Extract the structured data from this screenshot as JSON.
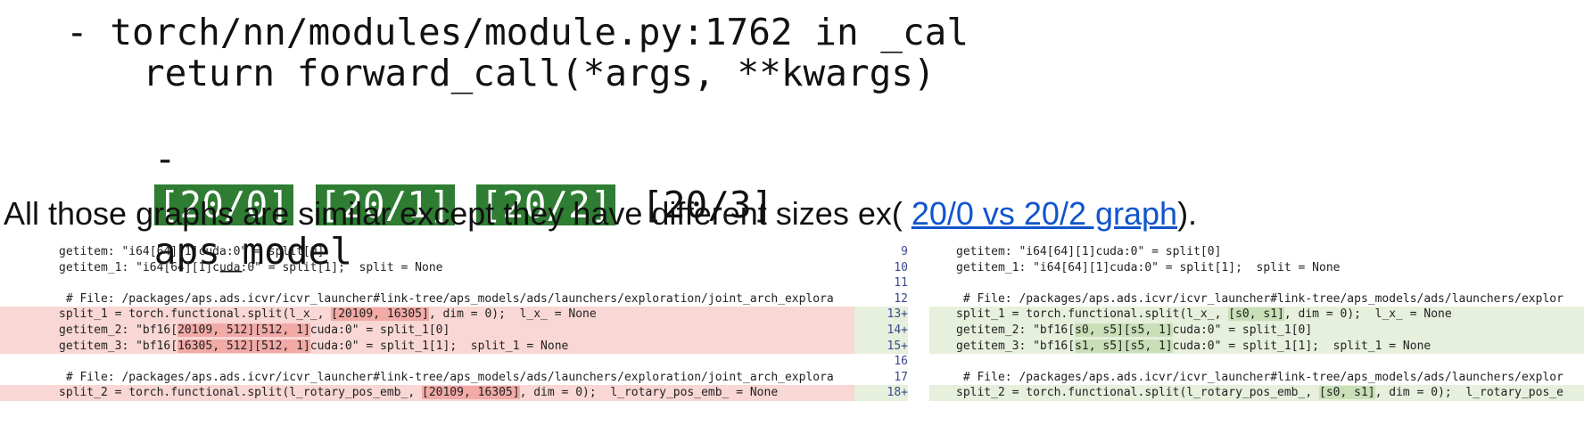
{
  "trace": {
    "line1": "- torch/nn/modules/module.py:1762 in _cal",
    "line2": "return forward_call(*args, **kwargs)",
    "line3_dash": "-",
    "frames": [
      {
        "label": "[20/0]",
        "highlighted": true
      },
      {
        "label": "[20/1]",
        "highlighted": true
      },
      {
        "label": "[20/2]",
        "highlighted": true
      },
      {
        "label": "[20/3]",
        "highlighted": false
      }
    ],
    "line3_tail": "aps_model",
    "highlight_color": "#2e7d32"
  },
  "sentence": {
    "before": "All those graphs are similar except they have different sizes ex(",
    "link": "20/0 vs 20/2 graph",
    "after": ")."
  },
  "diff": {
    "left": [
      {
        "type": "ctx",
        "parts": [
          {
            "t": "getitem: \"i64[64][1]cuda:0\" = split[0]"
          }
        ]
      },
      {
        "type": "ctx",
        "parts": [
          {
            "t": "getitem_1: \"i64[64][1]cuda:0\" = split[1];  split = None"
          }
        ]
      },
      {
        "type": "ctx",
        "parts": [
          {
            "t": ""
          }
        ]
      },
      {
        "type": "ctx",
        "parts": [
          {
            "t": " # File: /packages/aps.ads.icvr/icvr_launcher#link-tree/aps_models/ads/launchers/exploration/joint_arch_explora"
          }
        ]
      },
      {
        "type": "del",
        "parts": [
          {
            "t": "split_1 = torch.functional.split(l_x_, "
          },
          {
            "t": "[20109, 16305]",
            "h": true
          },
          {
            "t": ", dim = 0);  l_x_ = None"
          }
        ]
      },
      {
        "type": "del",
        "parts": [
          {
            "t": "getitem_2: \"bf16["
          },
          {
            "t": "20109, 512][512, 1]",
            "h": true
          },
          {
            "t": "cuda:0\" = split_1[0]"
          }
        ]
      },
      {
        "type": "del",
        "parts": [
          {
            "t": "getitem_3: \"bf16["
          },
          {
            "t": "16305, 512][512, 1]",
            "h": true
          },
          {
            "t": "cuda:0\" = split_1[1];  split_1 = None"
          }
        ]
      },
      {
        "type": "ctx",
        "parts": [
          {
            "t": ""
          }
        ]
      },
      {
        "type": "ctx",
        "parts": [
          {
            "t": " # File: /packages/aps.ads.icvr/icvr_launcher#link-tree/aps_models/ads/launchers/exploration/joint_arch_explora"
          }
        ]
      },
      {
        "type": "del",
        "parts": [
          {
            "t": "split_2 = torch.functional.split(l_rotary_pos_emb_, "
          },
          {
            "t": "[20109, 16305]",
            "h": true
          },
          {
            "t": ", dim = 0);  l_rotary_pos_emb_ = None"
          }
        ]
      }
    ],
    "gutter": [
      "9",
      "10",
      "11",
      "12",
      "13+",
      "14+",
      "15+",
      "16",
      "17",
      "18+"
    ],
    "right": [
      {
        "type": "ctx",
        "parts": [
          {
            "t": "getitem: \"i64[64][1]cuda:0\" = split[0]"
          }
        ]
      },
      {
        "type": "ctx",
        "parts": [
          {
            "t": "getitem_1: \"i64[64][1]cuda:0\" = split[1];  split = None"
          }
        ]
      },
      {
        "type": "ctx",
        "parts": [
          {
            "t": ""
          }
        ]
      },
      {
        "type": "ctx",
        "parts": [
          {
            "t": " # File: /packages/aps.ads.icvr/icvr_launcher#link-tree/aps_models/ads/launchers/explor"
          }
        ]
      },
      {
        "type": "add",
        "parts": [
          {
            "t": "split_1 = torch.functional.split(l_x_, "
          },
          {
            "t": "[s0, s1]",
            "h": true
          },
          {
            "t": ", dim = 0);  l_x_ = None"
          }
        ]
      },
      {
        "type": "add",
        "parts": [
          {
            "t": "getitem_2: \"bf16["
          },
          {
            "t": "s0, s5][s5, 1]",
            "h": true
          },
          {
            "t": "cuda:0\" = split_1[0]"
          }
        ]
      },
      {
        "type": "add",
        "parts": [
          {
            "t": "getitem_3: \"bf16["
          },
          {
            "t": "s1, s5][s5, 1]",
            "h": true
          },
          {
            "t": "cuda:0\" = split_1[1];  split_1 = None"
          }
        ]
      },
      {
        "type": "ctx",
        "parts": [
          {
            "t": ""
          }
        ]
      },
      {
        "type": "ctx",
        "parts": [
          {
            "t": " # File: /packages/aps.ads.icvr/icvr_launcher#link-tree/aps_models/ads/launchers/explor"
          }
        ]
      },
      {
        "type": "add",
        "parts": [
          {
            "t": "split_2 = torch.functional.split(l_rotary_pos_emb_, "
          },
          {
            "t": "[s0, s1]",
            "h": true
          },
          {
            "t": ", dim = 0);  l_rotary_pos_e"
          }
        ]
      }
    ]
  }
}
